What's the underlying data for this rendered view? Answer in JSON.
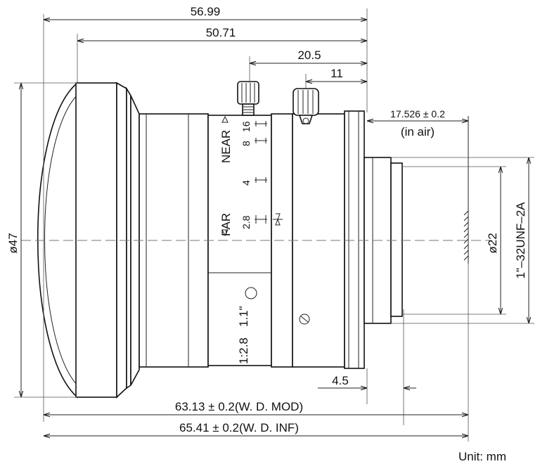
{
  "dimensions": {
    "overall_length": "56.99",
    "body_length": "50.71",
    "focus_knob_offset": "20.5",
    "iris_knob_offset": "11",
    "flange_back": "17.526 ± 0.2",
    "flange_back_note": "(in air)",
    "outer_diameter": "ø47",
    "mount_diameter": "ø22",
    "thread": "1\"–32UNF–2A",
    "mount_depth": "4.5",
    "wd_mod": "63.13 ± 0.2(W. D.  MOD)",
    "wd_inf": "65.41 ± 0.2(W. D.  INF)"
  },
  "focus_ring": {
    "near_label": "NEAR",
    "far_label": "FAR",
    "scale_16": "16",
    "scale_8": "8",
    "scale_4": "4",
    "scale_2_8": "2.8"
  },
  "aperture_ring": {
    "format": "1.1\"",
    "f_number": "1:2.8"
  },
  "unit_label": "Unit: mm"
}
